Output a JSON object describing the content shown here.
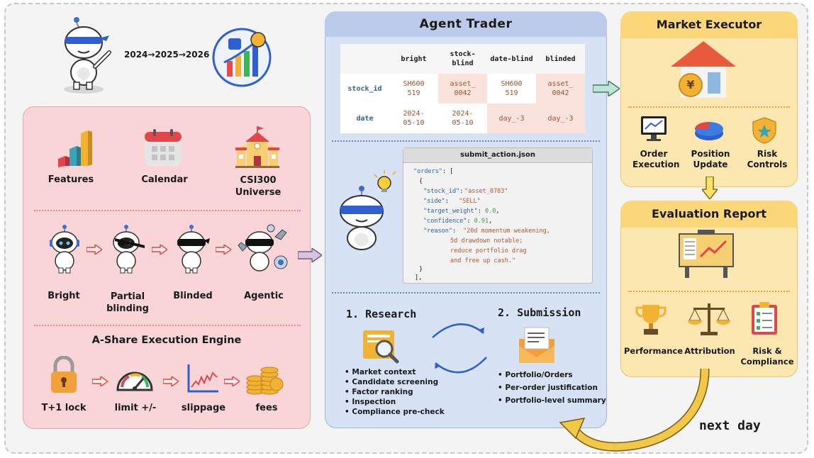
{
  "top": {
    "timeline": "2024→2025→2026"
  },
  "left_panel": {
    "data_items": [
      "Features",
      "Calendar",
      "CSI300\nUniverse"
    ],
    "agent_levels": [
      "Bright",
      "Partial\nblinding",
      "Blinded",
      "Agentic"
    ],
    "engine_title": "A-Share Execution Engine",
    "engine_items": [
      "T+1 lock",
      "limit +/-",
      "slippage",
      "fees"
    ]
  },
  "agent_trader": {
    "title": "Agent Trader",
    "table": {
      "headers": [
        "",
        "bright",
        "stock-blind",
        "date-blind",
        "blinded"
      ],
      "rows": [
        [
          "stock_id",
          "SH600\n519",
          "asset_\n0042",
          "SH600\n519",
          "asset_\n0042"
        ],
        [
          "date",
          "2024-\n05-10",
          "2024-\n05-10",
          "day_-3",
          "day_-3"
        ]
      ]
    },
    "json_title": "submit_action.json",
    "json_lines": {
      "l1_key": "\"orders\"",
      "l1_rest": ": [",
      "l2": "{",
      "l3_key": "\"stock_id\"",
      "l3_val": "\"asset_0783\"",
      "l4_key": "\"side\"",
      "l4_val": "\"SELL\"",
      "l5_key": "\"target_weight\"",
      "l5_val": "0.0",
      "l6_key": "\"confidence\"",
      "l6_val": "0.91",
      "l7_key": "\"reason\"",
      "l7_val": "\"20d momentum weakening,",
      "l8": "5d drawdown notable;",
      "l9": "reduce portfolio drag",
      "l10": "and free up cash.\"",
      "l11": "}",
      "l12": "],"
    },
    "research_title": "1. Research",
    "research_items": [
      "Market context",
      "Candidate screening",
      "Factor ranking",
      "Inspection",
      "Compliance pre-check"
    ],
    "submission_title": "2. Submission",
    "submission_items": [
      "Portfolio/Orders",
      "Per-order justification",
      "Portfolio-level summary"
    ]
  },
  "market_executor": {
    "title": "Market Executor",
    "currency_symbol": "¥",
    "items": [
      "Order\nExecution",
      "Position\nUpdate",
      "Risk\nControls"
    ]
  },
  "evaluation_report": {
    "title": "Evaluation Report",
    "items": [
      "Performance",
      "Attribution",
      "Risk &\nCompliance"
    ]
  },
  "loop_label": "next day",
  "colors": {
    "left_bg": "#f9d5d8",
    "mid_bg": "#d7e2f4",
    "right_bg": "#fde7b0",
    "arrow_red": "#e06b6b",
    "loop_arrow": "#f2c84b"
  }
}
